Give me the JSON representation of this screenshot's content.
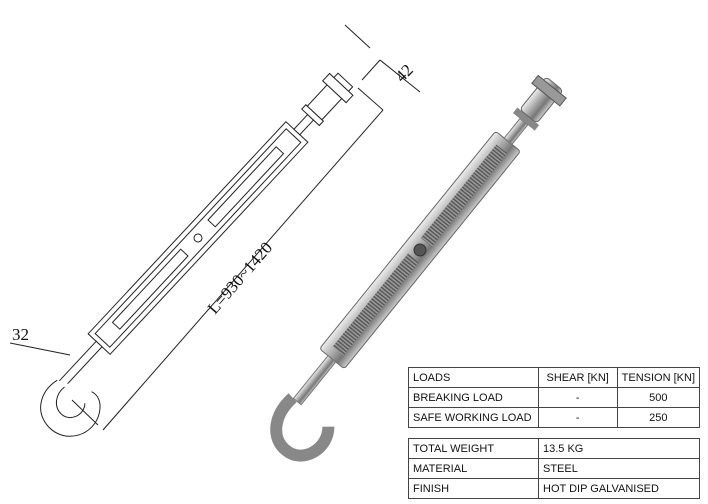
{
  "drawing": {
    "length_label": "L=930~1420",
    "jaw_width_label": "42",
    "hook_label": "32"
  },
  "loads_table": {
    "headers": [
      "LOADS",
      "SHEAR [KN]",
      "TENSION [KN]"
    ],
    "rows": [
      [
        "BREAKING LOAD",
        "-",
        "500"
      ],
      [
        "SAFE WORKING LOAD",
        "-",
        "250"
      ]
    ]
  },
  "spec_table": {
    "rows": [
      [
        "TOTAL WEIGHT",
        "13.5 KG"
      ],
      [
        "MATERIAL",
        "STEEL"
      ],
      [
        "FINISH",
        "HOT DIP GALVANISED"
      ]
    ]
  }
}
